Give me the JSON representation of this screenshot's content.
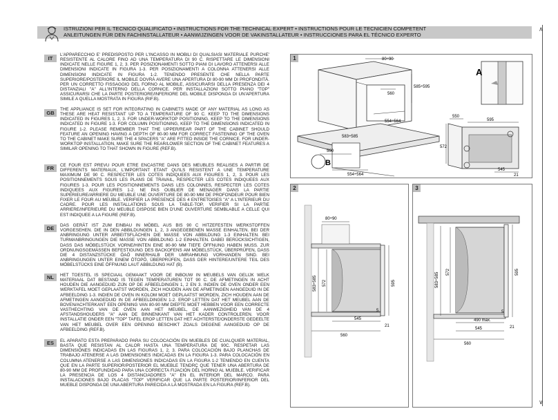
{
  "header": {
    "line1": "ISTRUZIONI PER IL TECNICO QUALIFICATO • INSTRUCTIONS FOR THE TECHNICAL EXPERT • INSTRUCTIONS POUR LE TECNICIEN COMPETENT",
    "line2": "ANLEITUNGEN FÜR DEN FACHINSTALLATEUR • AANWIJZINGEN VOOR DE VAKINSTALLATEUR • INSTRUCCIONES PARA EL TÉCNICO EXPERTO"
  },
  "sections": [
    {
      "code": "IT",
      "text": "L'APPARECCHIO E' PREDISPOSTO PER L'INCASSO IN MOBILI DI QUALSIASI MATERIALE PURCHE' RESISTENTE AL CALORE FINO AD UNA TEMPERATURA DI 90 C. RISPETTARE LE DIMENSIONI INDICATE NELLE FIGURE 1, 2, 3. PER POSIZIONAMENTI SOTTO PIANI DI LAVORO ATTENERSI ALLE DIMENSIONI INDICATE IN FIGURA 1-3. PER POSIZIONAMENTI A COLONNA ATTENERSI ALLE DIMENSIONI INDICATE IN FIGURA 1-2. TENENDO PRESENTE CHE NELLA PARTE SUPERIORE/POSTERIORE IL MOBILE DOVRÀ AVERE UNA APERTURA DI 80-90 MM DI PROFONDITÀ. PER UN CORRETTO FISSAGGIO DEL FORNO AL MOBILE, ASSICURARSI DELLA PRESENZA DEI 4 DISTANZIALI \"A\" ALL'INTERNO DELLA CORNICE. PER INSTALLAZIONI SOTTO PIANO \"TOP\" ASSICURARSI CHE LA PARTE POSTERIORE/INFERIORE DEL MOBILE DISPONGA DI UN'APERTURA SIMILE A QUELLA MOSTRATA IN FIGURA (RIF.B)."
    },
    {
      "code": "GB",
      "text": "THE APPLIANCE IS SET FOR INTEGRATING IN CABINETS MADE OF ANY MATERIAL AS LONG AS THESE ARE HEAT RESISTANT UP TO A TEMPERATURE OF 90 C. KEEP TO THE DIMENSIONS INDICATED IN FIGURES 1, 2, 3. FOR UNDER-WORKTOP POSITIONING, KEEP TO THE DIMENSIONS INDICATED IN FIGURE 1-3. FOR COLUMN POSITIONING, KEEP TO THE DIMENSIONS INDICATED IN FIGURE 1-2. PLEASE REMEMBER THAT THE UPPER/REAR PART OF THE CABINET SHOULD FEATURE AN OPENING HAVING A DEPTH OF 80-90 MM FOR CORRECT FASTENING OF THE OVEN TO THE CABINET MAKE SURE THE 4 SPACERS \"A\" ARE FITTED INSIDE THE CORNICE. FOR UNDER-WORKTOP INSTALLATION, MAKE SURE THE REAR/LOWER SECTION OF THE CABINET FEATURES A SIMILAR OPENING TO THAT SHOWN IN FIGURE (REF.B)."
    },
    {
      "code": "FR",
      "text": "CE FOUR EST PREVU POUR ETRE ENCASTRE DANS DES MEUBLES REALISES A PARTIR DE DIFFERENTS MATERIAUX, L'IMPORTANT ETANT QU'ILS RESISTENT A UNE TEMPERATURE MAXIMUM DE 90 C. RESPECTER LES COTES INDIQUEES AUX FIGURES 1, 2, 3. POUR LES POSITIONNEMENTS SOUS LES PLANS DE TRAVAIL, RESPECTER LES COTES INDIQUEES AUX FIGURES 1-3. POUR LES POSITIONNEMENTS DANS LES COLONNES, RESPECTER LES COTES INDIQUEES AUX FIGURES 1-2. NE PAS OUBLIER DE MENAGER DANS LA PARTIE SUPERIEURE/ARRIERE DU MEUBLE UNE OUVERTURE DE 80-90 MM DE PROFONDEUR POUR BIEN FIXER LE FOUR AU MEUBLE. VERIFIER LA PRESENCE DES 4 ENTRETOISES \"A\" A L'INTERIEUR DU CADRE. POUR LES INSTALLATIONS SOUS LA TABLE-TOP, VERIFIER SI LA PARTIE ARRIERE/INFERIEURE DU MEUBLE DISPOSE BIEN D'UNE OUVERTURE SEMBLABLE A CELLE QUI EST INDIQUEE A LA FIGURE (REF.B)."
    },
    {
      "code": "DE",
      "text": "DAS GERÄT IST ZUM EINBAU IN MÖBEL AUS BIS 90 C HITZEFESTEN WERKSTOFFEN VORGESEHEN. DIE IN DEN ABBILDUNGEN 1, 2, 3 ANGEGEBENEN MASSE EINHALTEN. BEI DER ANBRINGUNG UNTER ARBEITSFLÄCHEN DIE MASSE VON ABBILDUNG 1-3 EINHALTEN. BEI TURMANBRINGUNGEN DIE MASSE VON ABBILDUNG 1-2 EINHALTEN. DABEI BERÜCKSICHTIGEN, DASS DAS MÖBELSTÜCK VORNE/HINTEN EINE 80-90 MM TIEFE ÖFFNUNG HABEN MUSS. ZUR ORDNUNGSGEMÄSSEN BEFESTIGUNG DES BACKOFENS AM MÖBELSTÜCK, ÜBERPRÜFEN, DASS DIE 4 DISTANZSTÜCKE ÖAÖ INNERHALB DER UMRAHMUNG VORHANDEN SIND. BEI ANBRINGUNGEN UNTER EINEM ÖTOPÖ, ÜBERPRÜFEN, DASS DER HINTERE/UNTERE TEIL DES MÖBELSTÜCKS EINE ÖFFNUNG LAUT ABBILDUNG HAT (B)."
    },
    {
      "code": "NL",
      "text": "HET TOESTEL IS SPECIAAL GEMAAKT VOOR DE INBOUW IN MEUBELS VAN GELIJK WELK MATERIAAL DAT BESTAND IS TEGEN TEMPERATUREN TOT 90 C. DE AFMETINGEN IN ACHT HOUDEN DIE AANGEDUID ZIJN OP DE AFBEELDINGEN 1, 2 EN 3. INDIEN DE OVEN ONDER EEN WERKTAFEL MOET GEPLAATST WORDEN, ZICH HOUDEN AAN DE AFMETINGEN AANGEDUID IN DE AFBEELDING 1-3. INDIEN DE OVEN IN KOLOM MOET GEPLAATST WORDEN, ZICH HOUDEN AAN DE AFMETINGEN AANGEDUID IN DE AFBEELDINGEN 1-2. EROP LETTEN DAT HET MEUBEL AAN DE BOVEN/ACHTERKANT EEN OPENING VAN 80-90 MM DIEPTE MOET HEBBEN VOOR EEN CORRECTE VASTHECHTING VAN DE OVEN AAN HET MEUBEL, DE AANWEZIGHEID VAN DE 4 AFSTANDSHOUDERS \"A\" AAN DE BINNENKANT VAN HET KADER CONTROLEREN. VOOR INSTALLATIE ONDER EEN \"TOP\" TAFEL EROP LETTEN DAT HET ACHTERSTE/ONDERSTE GEDEELTE VAN HET MEUBEL OVER EEN OPENING BESCHIKT ZOALS DIEGENE AANGEDUID OP DE AFBEELDING (REF.B)."
    },
    {
      "code": "ES",
      "text": "EL APARATO ESTA PREPARADO PARA SU COLOCACIÓN EN MUEBLES DE CUALQUIER MATERIAL, BASTA QUE RESISTAN AL CALOR HASTA UNA TEMPERATURA DE 90C. RESPETAR LAS DIMENSIONES INDICADAS EN LAS FIGURAS 1, 2, 3. PARA COLOCACIÓN BAJO PLANCHAS DE TRABAJO ATENERSE A LAS DIMENSIONES INDICADAS EN LA FIGURA 1-3. PARA COLOCACIÓN EN COLUMNA ATENERSE A LAS DIMENSIONES INDICADAS EN LA FIGURA 1-2 TENIENDO EN CUENTA QUE EN LA PARTE SUPERIOR/POSTERIOR EL MUEBLE TENDRÇ QUE TENER UNA ABERTURA DE 80-90 MM DE PROFUNDIDAD PARA UNA CORRECTA FIJACIÓN DEL HORNO AL MUEBLE. VERIFICAR LA PRESENCIA DE LOS 4 DISTANCIADORES \"A\" EN EL INTERIOR DEL MARCO. PARA INSTALACIONES BAJO PLACAS \"TOP\" VERIFICAR QUE LA PARTE POSTERIOR/INFERIOR DEL MUEBLE DISPONGA DE UNA ABERTURA PARECIDA A LA MOSTRADA EN LA FIGURA (REF.B)."
    }
  ],
  "figures": {
    "fig1": {
      "number": "1",
      "dims": [
        "80÷90",
        "560",
        "585÷595",
        "554÷564",
        "560",
        "583÷585",
        "554÷564",
        "550",
        "595",
        "572",
        "545",
        "21"
      ],
      "labels": [
        "A",
        "B"
      ]
    },
    "fig2": {
      "number": "2",
      "dims": [
        "80÷90",
        "583÷585",
        "572",
        "595",
        "5",
        "545",
        "21",
        "560"
      ]
    },
    "fig3": {
      "number": "3",
      "dims": [
        "583÷585",
        "572",
        "595",
        "5",
        "490 max.",
        "21",
        "545",
        "560"
      ]
    }
  }
}
